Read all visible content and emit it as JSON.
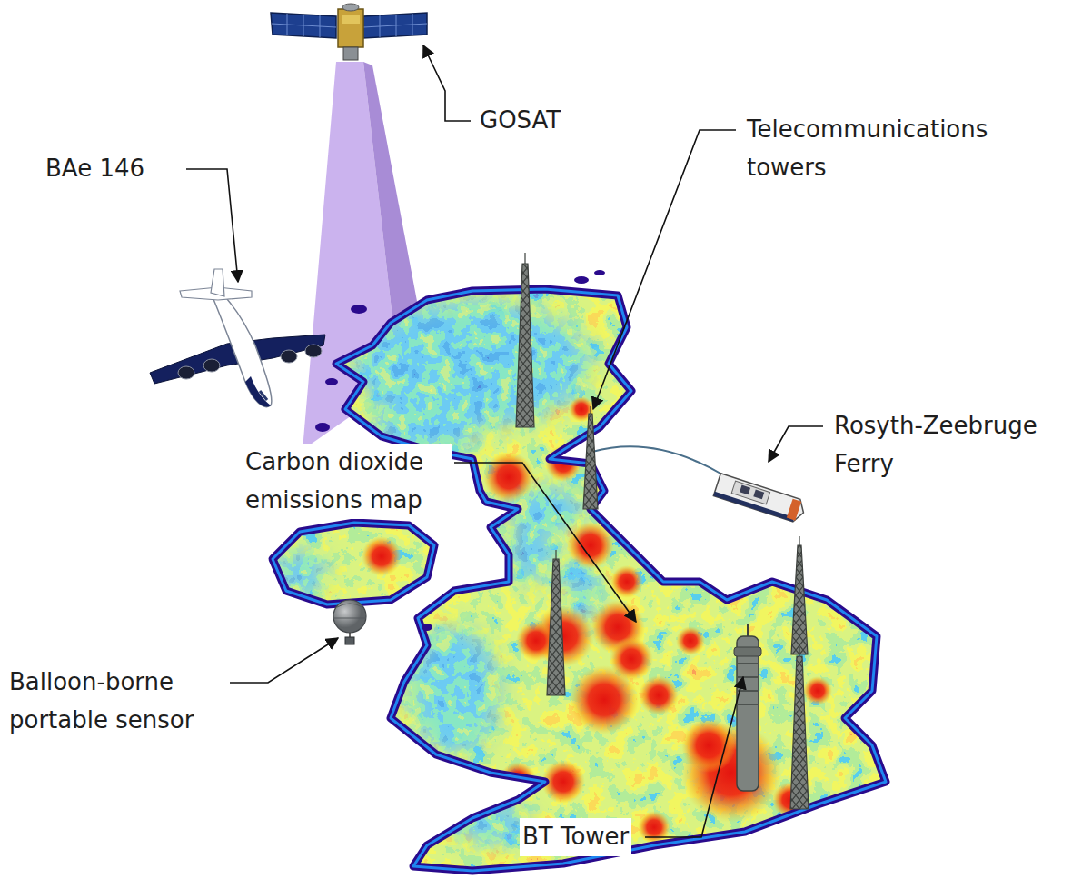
{
  "diagram": {
    "labels": [
      "GOSAT",
      "BAe 146",
      "Telecommunications towers",
      "Rosyth-Zeebruge Ferry",
      "Carbon dioxide emissions map",
      "Balloon-borne portable sensor",
      "BT Tower"
    ]
  }
}
